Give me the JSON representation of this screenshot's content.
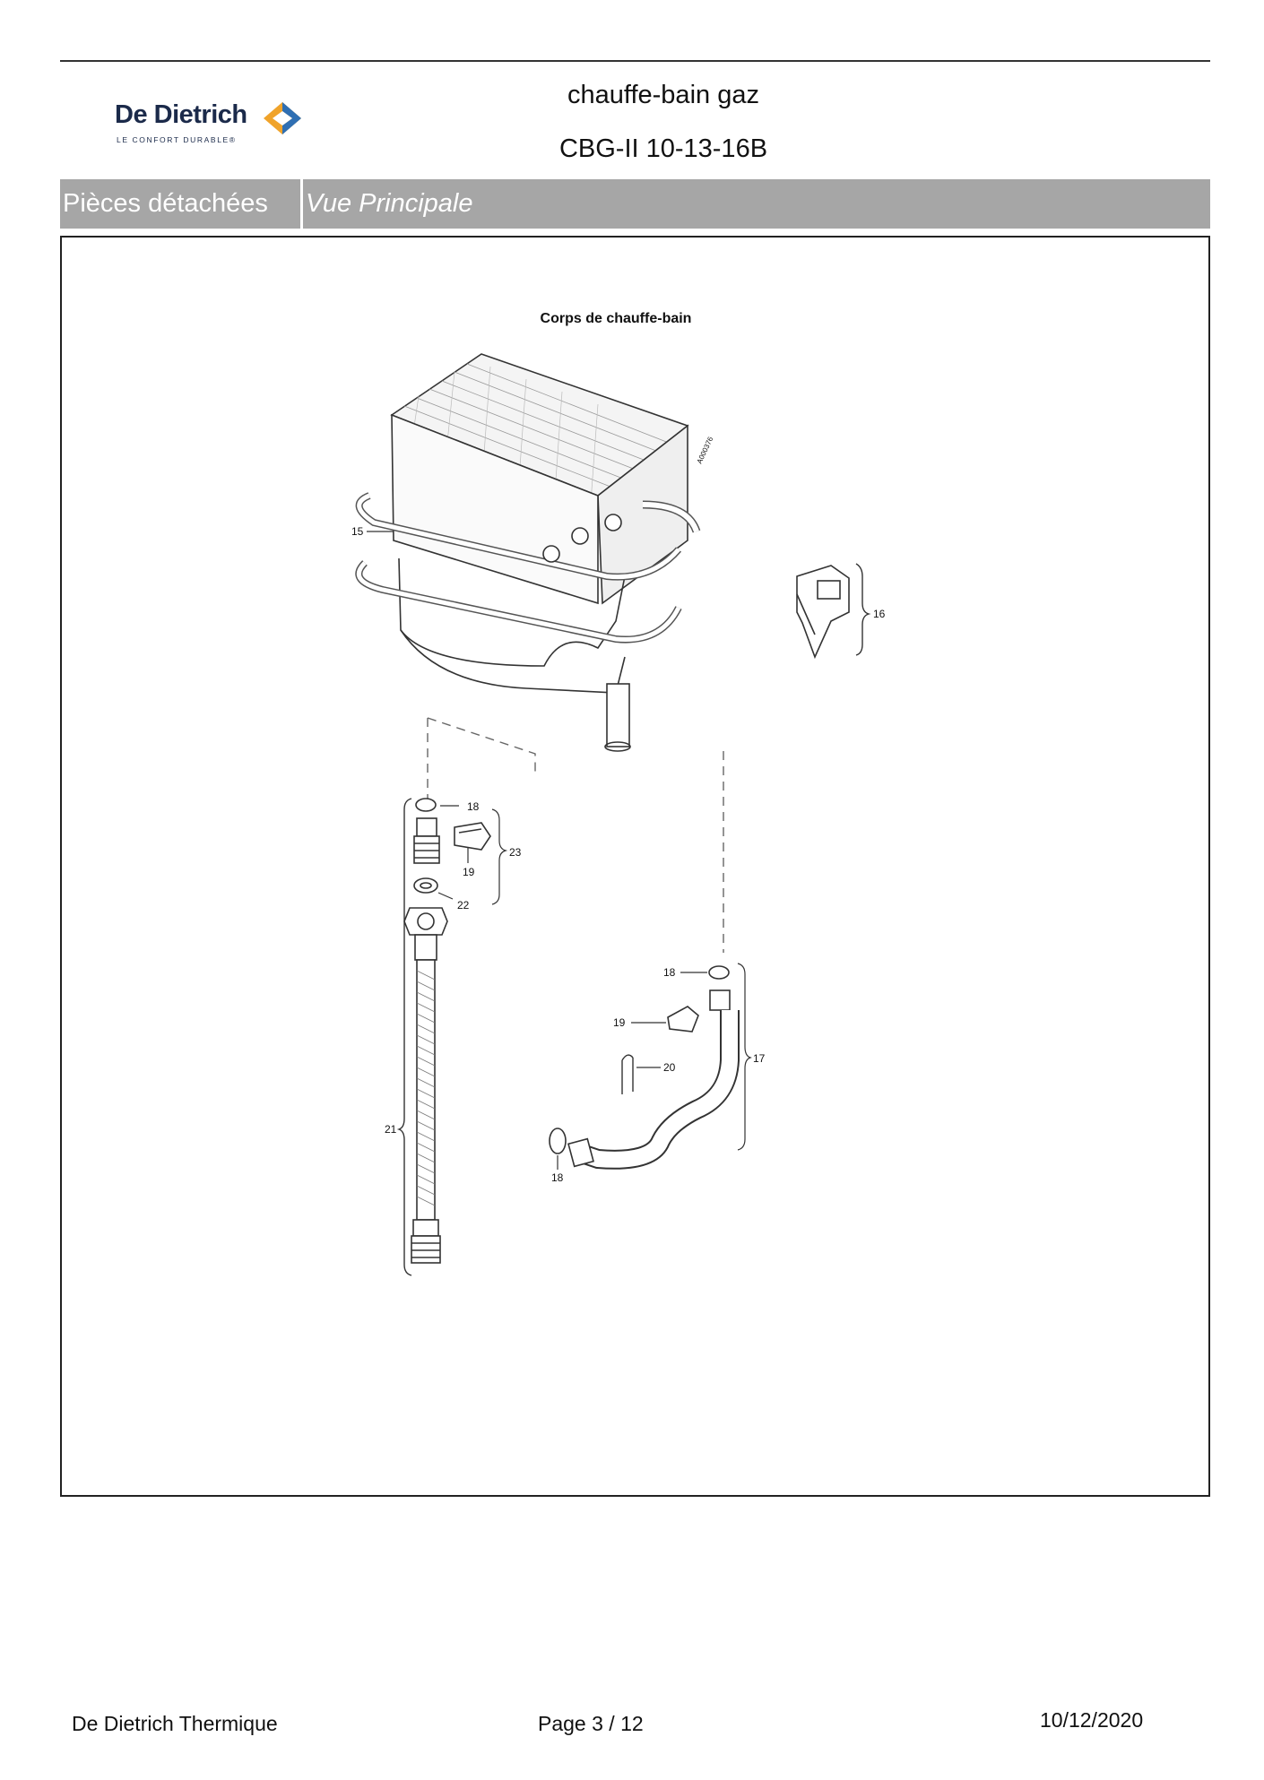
{
  "header": {
    "logo": {
      "brand": "De Dietrich",
      "tagline": "LE CONFORT DURABLE®",
      "brand_color": "#1b2a4a",
      "mark_colors": [
        "#f0a32a",
        "#2f6fb3"
      ]
    },
    "title": "chauffe-bain gaz",
    "model": "CBG-II 10-13-16B"
  },
  "section_bar": {
    "label": "Pièces détachées",
    "view": "Vue Principale",
    "color": "#a6a6a6"
  },
  "diagram": {
    "title": "Corps de chauffe-bain",
    "ref_code": "A000376",
    "callouts": {
      "c15": "15",
      "c16": "16",
      "c18a": "18",
      "c19a": "19",
      "c22": "22",
      "c23": "23",
      "c21": "21",
      "c18b": "18",
      "c19b": "19",
      "c20": "20",
      "c17": "17",
      "c18c": "18"
    }
  },
  "footer": {
    "company": "De Dietrich Thermique",
    "page": "Page   3  /  12",
    "date": "10/12/2020"
  }
}
